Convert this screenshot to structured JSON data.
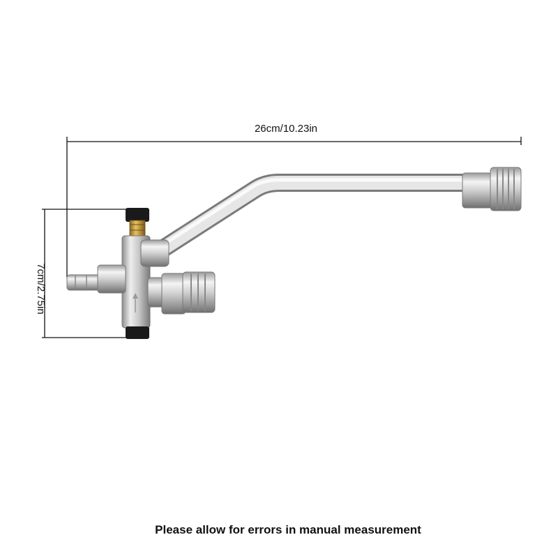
{
  "dimensions": {
    "width_label": "26cm/10.23in",
    "height_label": "7cm/2.75in"
  },
  "footer": {
    "note": "Please allow for errors in manual measurement"
  },
  "colors": {
    "metal_light": "#f2f2f2",
    "metal_mid": "#c9c9c9",
    "metal_dark": "#8a8a8a",
    "brass": "#c8a040",
    "rubber": "#1a1a1a"
  }
}
